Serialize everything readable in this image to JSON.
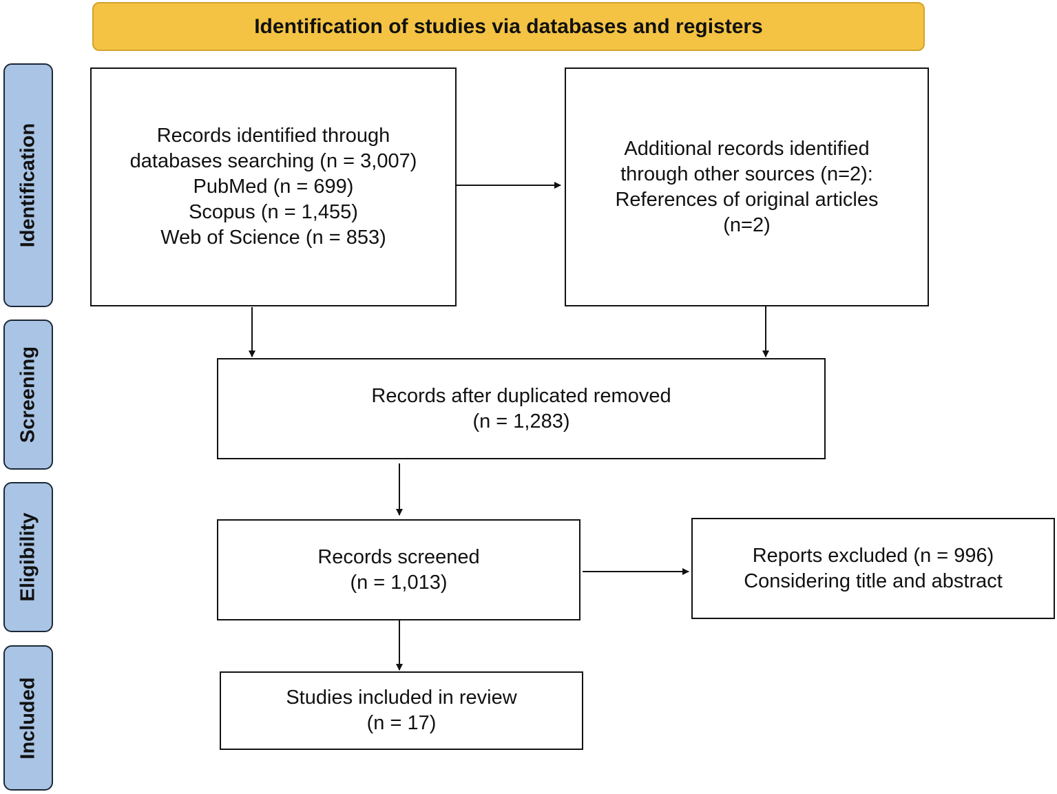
{
  "header": {
    "title": "Identification of studies via databases and registers"
  },
  "stages": {
    "identification": "Identification",
    "screening": "Screening",
    "eligibility": "Eligibility",
    "included": "Included"
  },
  "boxes": {
    "records_identified": {
      "lines": [
        "Records identified through",
        "databases searching (n = 3,007)",
        "PubMed (n = 699)",
        "Scopus (n = 1,455)",
        "Web of Science (n = 853)"
      ]
    },
    "additional_records": {
      "lines": [
        "Additional records identified",
        "through other sources (n=2):",
        "References of original articles",
        "(n=2)"
      ]
    },
    "after_duplicates": {
      "lines": [
        "Records after duplicated removed",
        "(n = 1,283)"
      ]
    },
    "records_screened": {
      "lines": [
        "Records screened",
        "(n = 1,013)"
      ]
    },
    "reports_excluded": {
      "lines": [
        "Reports excluded (n = 996)",
        "Considering title and abstract"
      ]
    },
    "studies_included": {
      "lines": [
        "Studies included in review",
        "(n = 17)"
      ]
    }
  },
  "colors": {
    "header_fill": "#f4c343",
    "stage_fill": "#a9c4e4",
    "line": "#111111"
  }
}
